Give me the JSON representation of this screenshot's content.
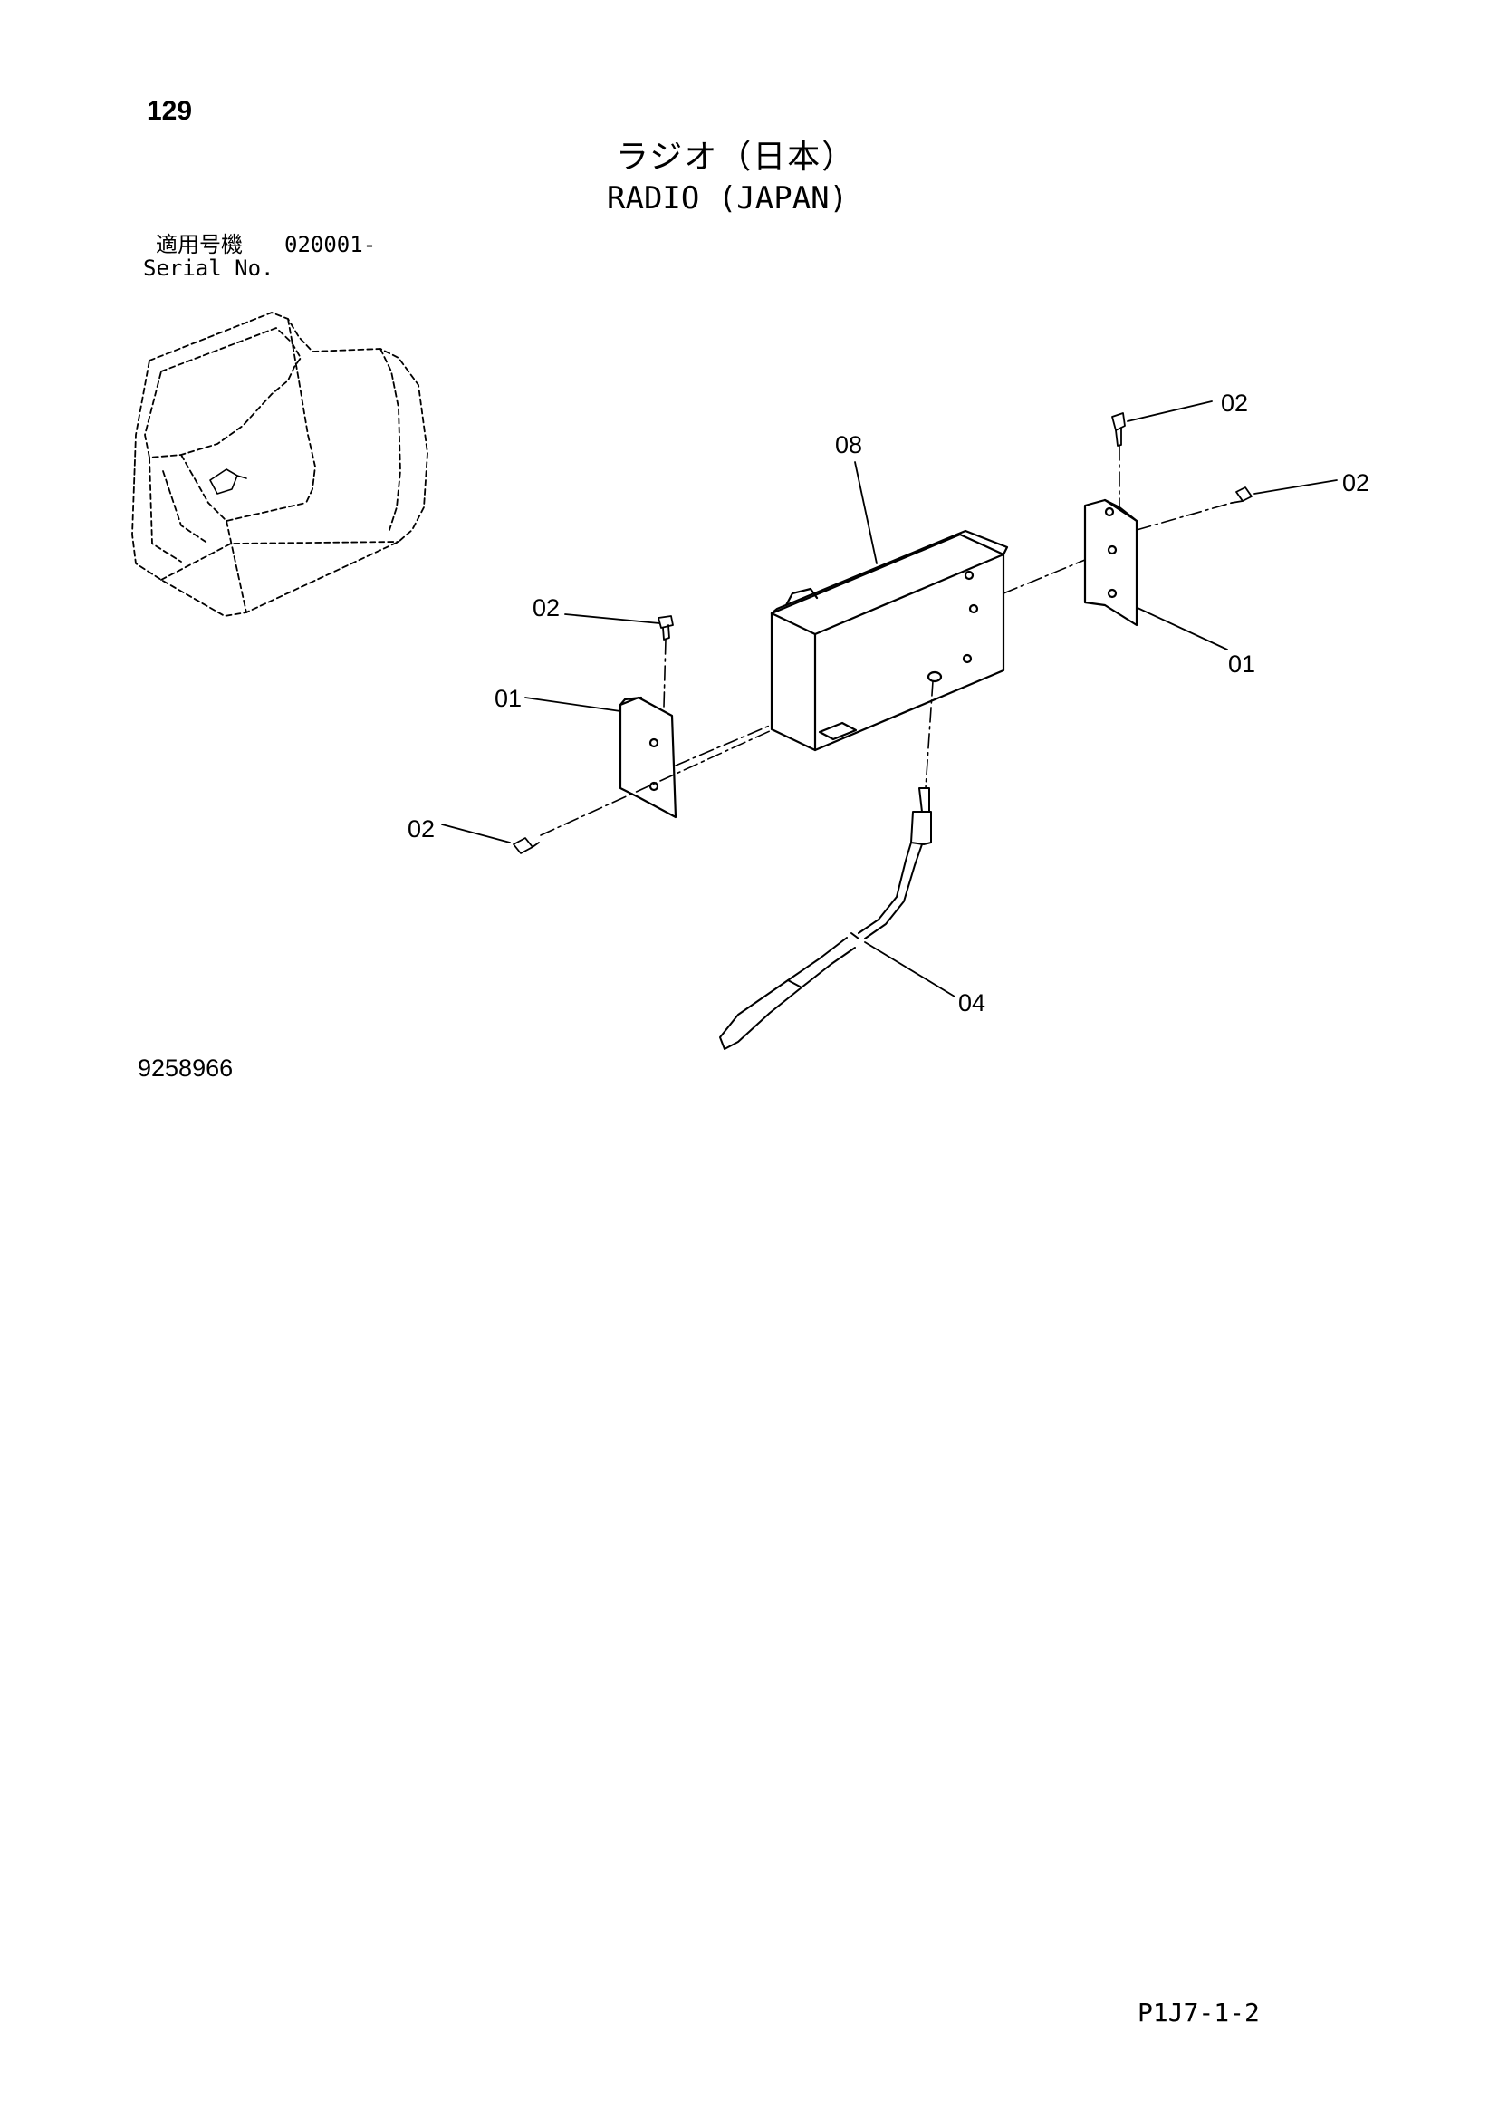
{
  "page_number": "129",
  "title_ja": "ラジオ（日本）",
  "title_en": "RADIO (JAPAN)",
  "serial": {
    "label_ja": "適用号機",
    "number": "020001-",
    "label_en": "Serial No."
  },
  "drawing_number": "9258966",
  "page_code": "P1J7-1-2",
  "callouts": {
    "c1": "02",
    "c2": "02",
    "c3": "08",
    "c4": "02",
    "c5": "01",
    "c6": "01",
    "c7": "02",
    "c8": "04"
  }
}
